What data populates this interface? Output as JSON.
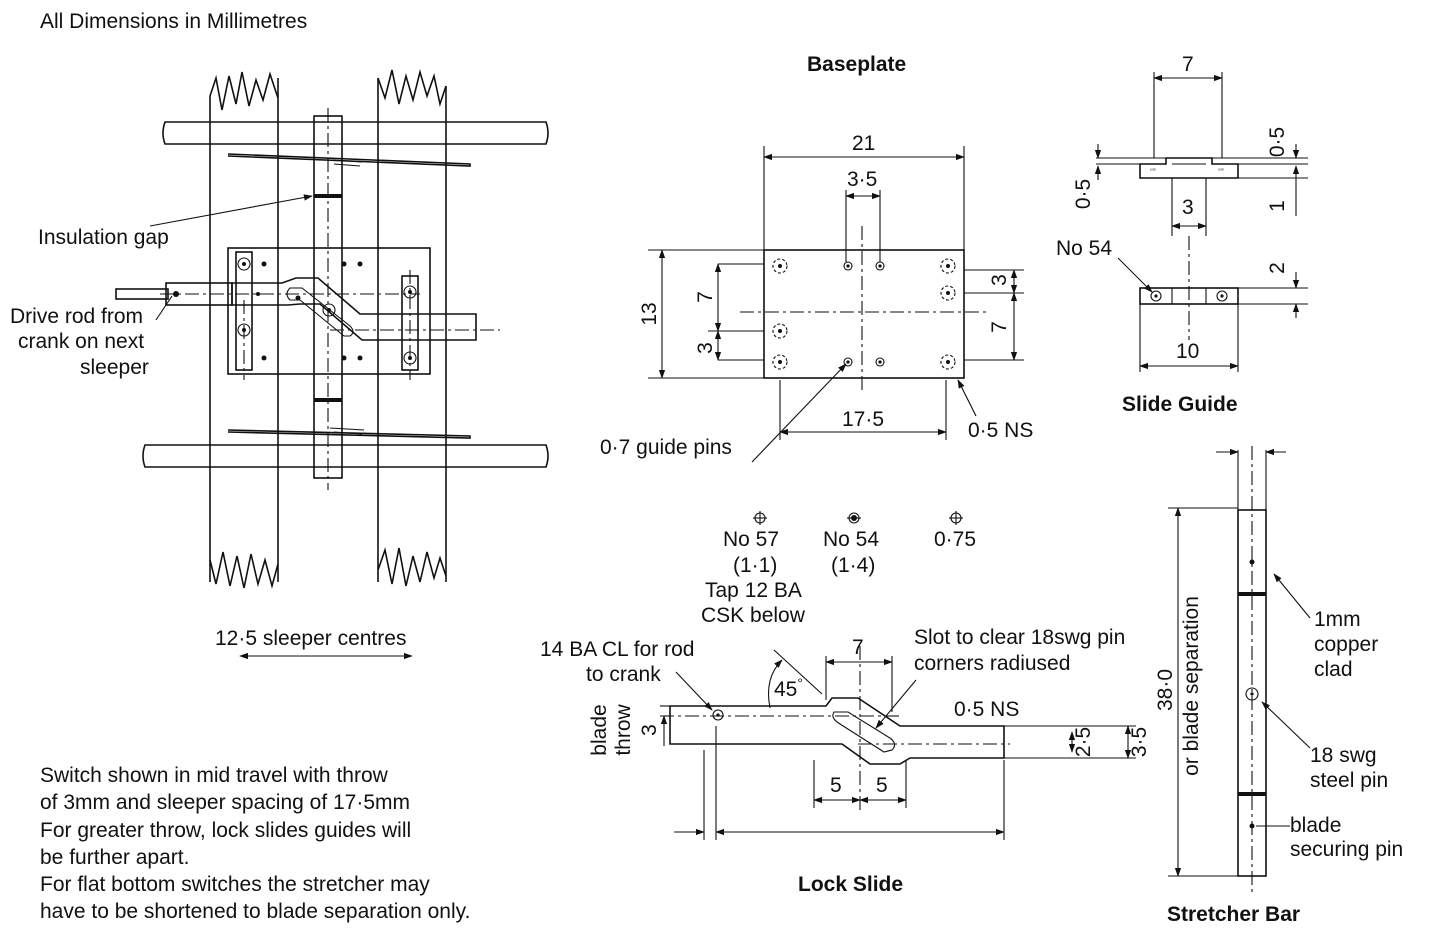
{
  "header": {
    "units_note": "All Dimensions in Millimetres"
  },
  "plan_view": {
    "insulation_label": "Insulation gap",
    "drive_rod_line1": "Drive rod from",
    "drive_rod_line2": "crank on next",
    "drive_rod_line3": "sleeper",
    "sleeper_centres": "12·5 sleeper centres"
  },
  "notes": {
    "line1": "Switch shown in mid travel with throw",
    "line2": "of 3mm and sleeper spacing of 17·5mm",
    "line3": "For greater throw, lock slides guides will",
    "line4": "be further apart.",
    "line5": "For flat bottom switches the stretcher may",
    "line6": "have to be shortened to blade separation only."
  },
  "baseplate": {
    "title": "Baseplate",
    "dim_width": "21",
    "dim_pin_gap": "3·5",
    "dim_height": "13",
    "dim_left_7": "7",
    "dim_left_3": "3",
    "dim_right_3": "3",
    "dim_right_7": "7",
    "dim_bottom": "17·5",
    "ns_label": "0·5 NS",
    "guide_pins": "0·7 guide pins"
  },
  "hole_key": {
    "h1_name": "No 57",
    "h1_size": "(1·1)",
    "h1_note1": "Tap 12 BA",
    "h1_note2": "CSK below",
    "h2_name": "No 54",
    "h2_size": "(1·4)",
    "h3_name": "0·75"
  },
  "slide_guide": {
    "title": "Slide Guide",
    "dim_top": "7",
    "dim_right_05": "0·5",
    "dim_left_05": "0·5",
    "dim_right_1": "1",
    "dim_middle": "3",
    "drill_label": "No 54",
    "dim_right_2": "2",
    "dim_bottom": "10"
  },
  "lock_slide": {
    "title": "Lock Slide",
    "rod_line1": "14 BA CL for rod",
    "rod_line2": "to crank",
    "angle": "45",
    "angle_unit": "°",
    "dim_7": "7",
    "slot_line1": "Slot to clear 18swg pin",
    "slot_line2": "corners radiused",
    "ns_label": "0·5 NS",
    "throw_line1": "blade",
    "throw_line2": "throw",
    "dim_throw": "3",
    "dim_25": "2·5",
    "dim_35": "3·5",
    "dim_5a": "5",
    "dim_5b": "5"
  },
  "stretcher_bar": {
    "title": "Stretcher Bar",
    "dim_length": "38·0",
    "blade_sep": "or blade separation",
    "copper_line1": "1mm",
    "copper_line2": "copper",
    "copper_line3": "clad",
    "pin_line1": "18 swg",
    "pin_line2": "steel pin",
    "blade_line1": "blade",
    "blade_line2": "securing pin"
  }
}
